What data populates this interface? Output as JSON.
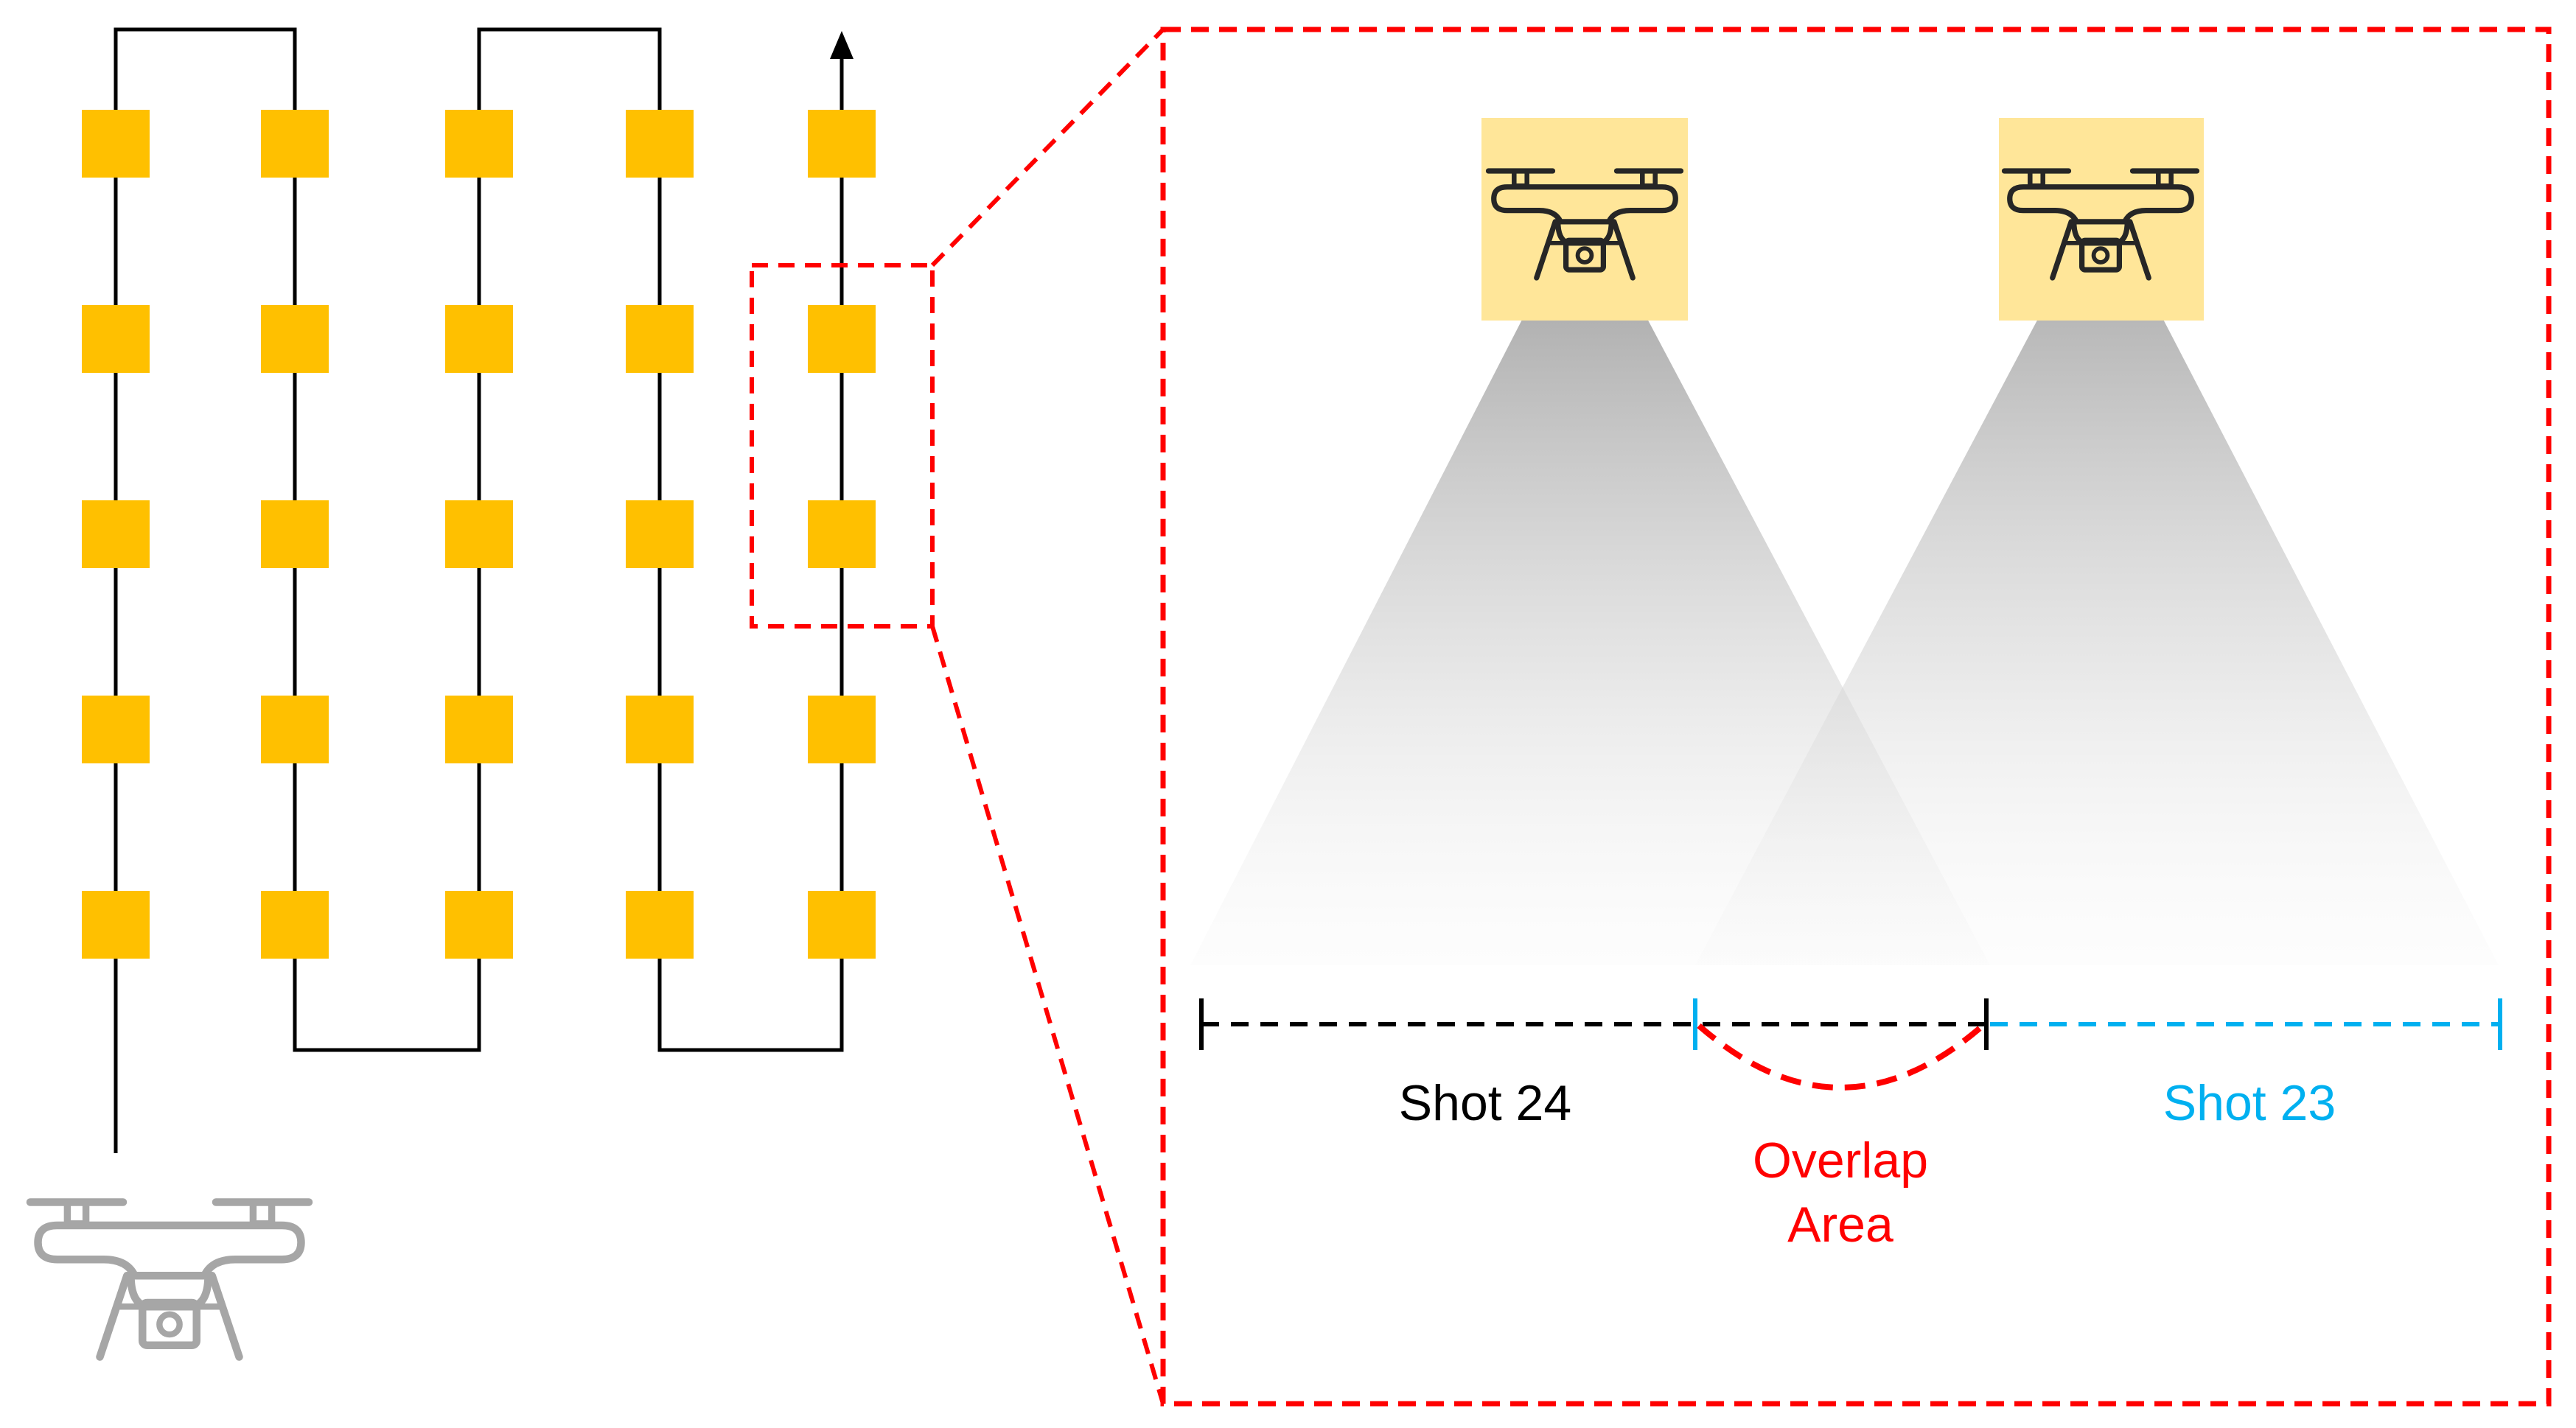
{
  "labels": {
    "shot_left": "Shot 24",
    "shot_right": "Shot 23",
    "overlap_line1": "Overlap",
    "overlap_line2": "Area"
  },
  "colors": {
    "waypoint": "#FFC000",
    "drone_bg": "#FFE699",
    "callout": "#FF0000",
    "shot_left": "#000000",
    "shot_right": "#00B0F0",
    "overlap": "#FF0000",
    "path": "#000000",
    "drone_icon_gray": "#A6A6A6",
    "drone_icon_dark": "#262626"
  },
  "icons": {
    "waypoint": "square",
    "drone": "drone-with-camera-icon"
  },
  "flight_grid": {
    "columns": 5,
    "rows": 5,
    "pattern": "serpentine",
    "direction_arrow": "up"
  }
}
